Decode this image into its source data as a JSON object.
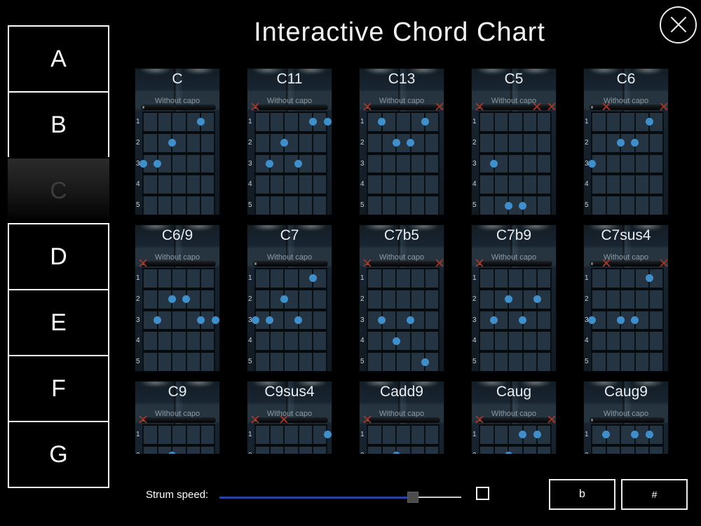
{
  "title": "Interactive Chord Chart",
  "capo_label": "Without capo",
  "fret_labels": [
    "1",
    "2",
    "3",
    "4",
    "5"
  ],
  "sidebar": {
    "notes": [
      {
        "label": "A",
        "selected": false
      },
      {
        "label": "B",
        "selected": false
      },
      {
        "label": "C",
        "selected": true
      },
      {
        "label": "D",
        "selected": false
      },
      {
        "label": "E",
        "selected": false
      },
      {
        "label": "F",
        "selected": false
      },
      {
        "label": "G",
        "selected": false
      }
    ]
  },
  "chords": [
    {
      "name": "C",
      "muted": [],
      "dots": [
        [
          1,
          3
        ],
        [
          2,
          3
        ],
        [
          3,
          2
        ],
        [
          5,
          1
        ]
      ]
    },
    {
      "name": "C11",
      "muted": [
        1
      ],
      "dots": [
        [
          2,
          3
        ],
        [
          3,
          2
        ],
        [
          4,
          3
        ],
        [
          5,
          1
        ],
        [
          6,
          1
        ]
      ]
    },
    {
      "name": "C13",
      "muted": [
        1,
        6
      ],
      "dots": [
        [
          2,
          1
        ],
        [
          3,
          2
        ],
        [
          4,
          2
        ],
        [
          5,
          1
        ]
      ]
    },
    {
      "name": "C5",
      "muted": [
        1,
        5,
        6
      ],
      "dots": [
        [
          2,
          3
        ],
        [
          3,
          5
        ],
        [
          4,
          5
        ]
      ]
    },
    {
      "name": "C6",
      "muted": [
        2,
        6
      ],
      "dots": [
        [
          1,
          3
        ],
        [
          3,
          2
        ],
        [
          4,
          2
        ],
        [
          5,
          1
        ]
      ]
    },
    {
      "name": "C6/9",
      "muted": [
        1
      ],
      "dots": [
        [
          2,
          3
        ],
        [
          3,
          2
        ],
        [
          4,
          2
        ],
        [
          5,
          3
        ],
        [
          6,
          3
        ]
      ]
    },
    {
      "name": "C7",
      "muted": [],
      "dots": [
        [
          1,
          3
        ],
        [
          2,
          3
        ],
        [
          3,
          2
        ],
        [
          4,
          3
        ],
        [
          5,
          1
        ]
      ]
    },
    {
      "name": "C7b5",
      "muted": [
        1,
        6
      ],
      "dots": [
        [
          2,
          3
        ],
        [
          3,
          4
        ],
        [
          4,
          3
        ],
        [
          5,
          5
        ]
      ]
    },
    {
      "name": "C7b9",
      "muted": [
        1
      ],
      "dots": [
        [
          2,
          3
        ],
        [
          3,
          2
        ],
        [
          4,
          3
        ],
        [
          5,
          2
        ]
      ]
    },
    {
      "name": "C7sus4",
      "muted": [
        2,
        6
      ],
      "dots": [
        [
          1,
          3
        ],
        [
          3,
          3
        ],
        [
          4,
          3
        ],
        [
          5,
          1
        ]
      ]
    },
    {
      "name": "C9",
      "muted": [
        1
      ],
      "dots": [
        [
          3,
          2
        ]
      ]
    },
    {
      "name": "C9sus4",
      "muted": [
        1,
        3
      ],
      "dots": [
        [
          6,
          1
        ]
      ]
    },
    {
      "name": "Cadd9",
      "muted": [
        1
      ],
      "dots": [
        [
          3,
          2
        ]
      ]
    },
    {
      "name": "Caug",
      "muted": [
        1,
        6
      ],
      "dots": [
        [
          4,
          1
        ],
        [
          5,
          1
        ],
        [
          3,
          2
        ]
      ]
    },
    {
      "name": "Caug9",
      "muted": [],
      "dots": [
        [
          2,
          1
        ],
        [
          4,
          1
        ],
        [
          5,
          1
        ]
      ]
    }
  ],
  "controls": {
    "strum_label": "Strum speed:",
    "slider_value_pct": 80,
    "checkbox_checked": false,
    "flat_label": "b",
    "sharp_label": "#"
  },
  "colors": {
    "dot_blue": "#3f8fca",
    "mute_red": "#9c372b",
    "slider_blue": "#2c3fa6",
    "panel_bg": "#243442"
  }
}
